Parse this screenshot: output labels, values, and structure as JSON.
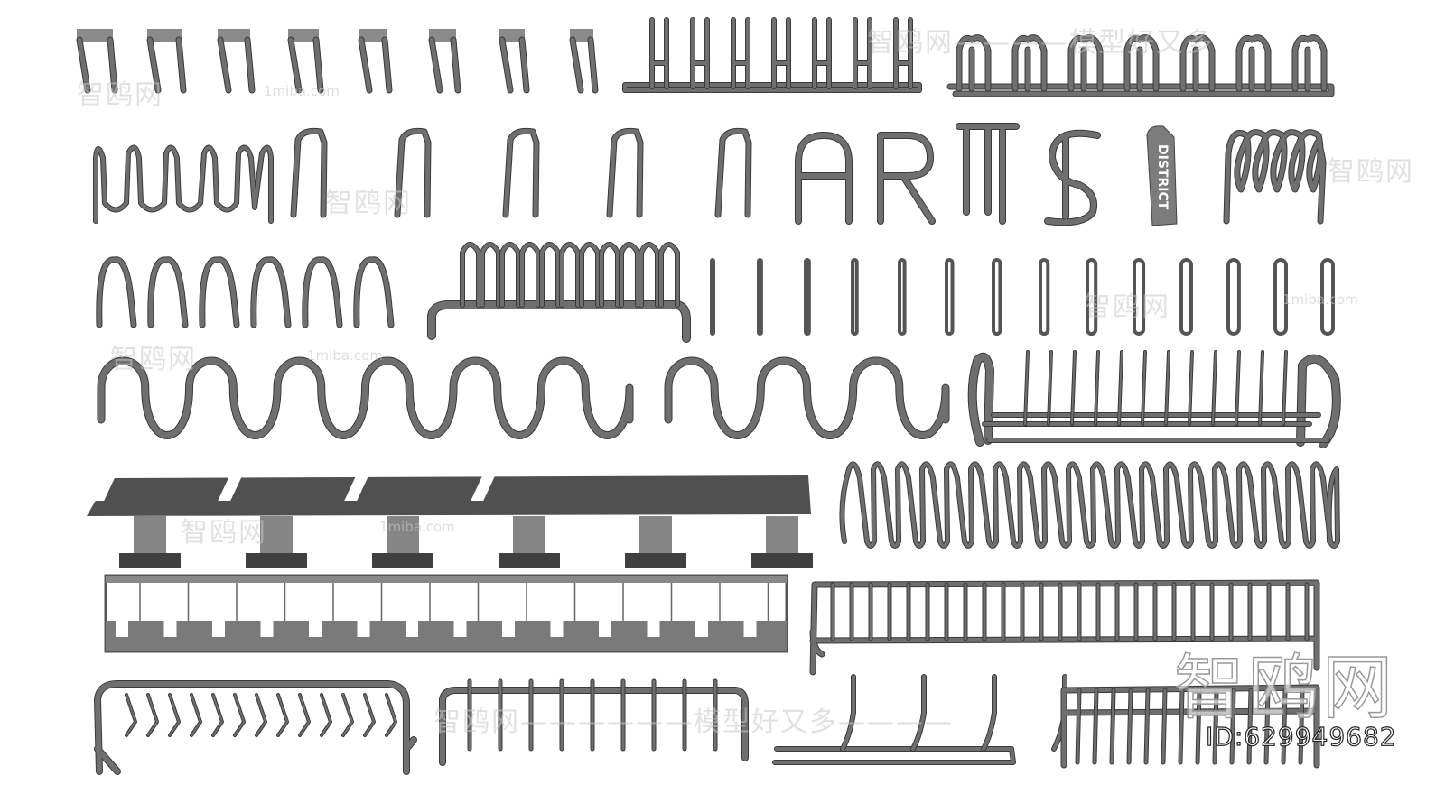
{
  "colors": {
    "metal": "#6f6f6f",
    "outline": "#3a3a3a",
    "bench_top": "#505050",
    "pillar": "#858585",
    "background": "#ffffff"
  },
  "letters": [
    "A",
    "R",
    "T",
    "S"
  ],
  "sign_text": "DISTRICT",
  "watermarks": {
    "site_cn": "智鸥网",
    "site_domain": "1miba.com",
    "slogan": "智鸥网——————模型好又多————",
    "top_banner": "智鸥网————模型好又多",
    "big_logo": "智鸥网"
  },
  "id_label": "ID:629949682"
}
